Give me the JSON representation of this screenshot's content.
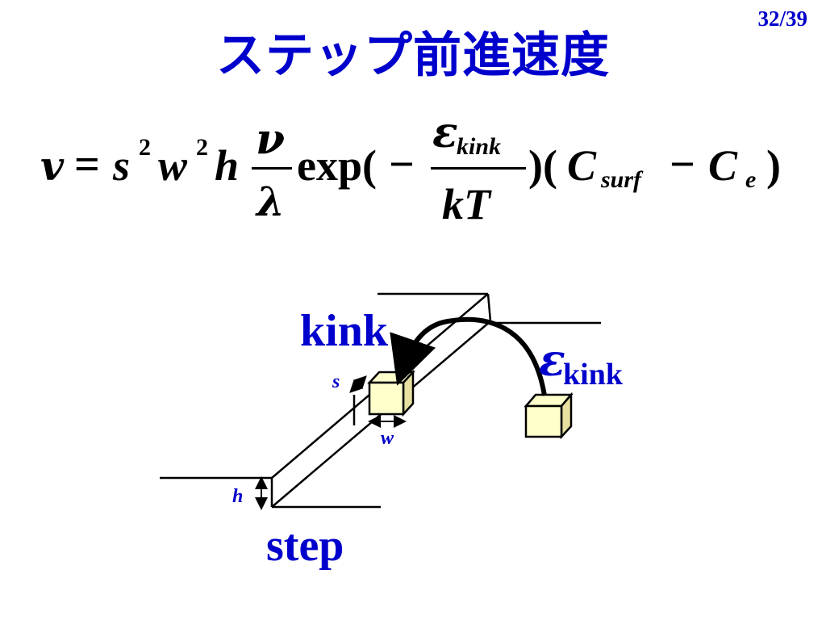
{
  "slide": {
    "page_number": "32/39",
    "title": "ステップ前進速度"
  },
  "formula": {
    "lhs": "v",
    "equals": "=",
    "s": "s",
    "sq1": "2",
    "w": "w",
    "sq2": "2",
    "h": "h",
    "nu": "ν",
    "lambda": "λ",
    "exp": "exp(",
    "minus1": "−",
    "epsilon": "ε",
    "kink_sub": "kink",
    "kT": "kT",
    "close_open": ")(",
    "C1": "C",
    "surf_sub": "surf",
    "minus2": "−",
    "C2": "C",
    "e_sub": "e",
    "close": ")"
  },
  "diagram": {
    "kink_label": "kink",
    "epsilon_symbol": "ε",
    "epsilon_kink_sub": "kink",
    "s_label": "s",
    "w_label": "w",
    "h_label": "h",
    "step_label": "step",
    "colors": {
      "label_blue": "#0000cc",
      "cube_fill": "#ffffcc",
      "cube_side": "#e8e0a0",
      "line": "#000000"
    }
  }
}
